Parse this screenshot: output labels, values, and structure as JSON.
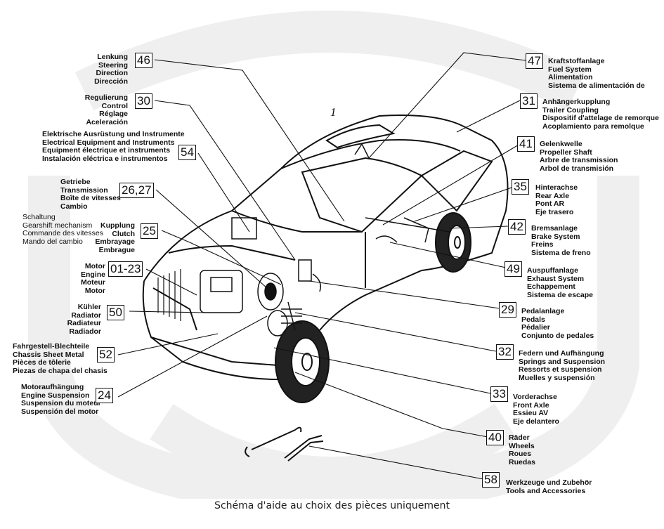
{
  "figure_number": "1",
  "caption": "Schéma d'aide au choix des pièces uniquement",
  "callouts": {
    "c46": {
      "number": "46",
      "lines": [
        "Lenkung",
        "Steering",
        "Direction",
        "Dirección"
      ]
    },
    "c30": {
      "number": "30",
      "lines": [
        "Regulierung",
        "Control",
        "Réglage",
        "Aceleración"
      ]
    },
    "c54": {
      "number": "54",
      "lines": [
        "Elektrische Ausrüstung und Instrumente",
        "Electrical Equipment and Instruments",
        "Equipment électrique et instruments",
        "Instalación eléctrica e instrumentos"
      ]
    },
    "c2627": {
      "number": "26,27",
      "lines": [
        "Getriebe",
        "Transmission",
        "Boîte de vitesses",
        "Cambio"
      ]
    },
    "c25": {
      "number": "25",
      "lines": [
        "Kupplung",
        "Clutch",
        "Embrayage",
        "Embrague"
      ]
    },
    "shift": {
      "lines": [
        "Schaltung",
        "Gearshift mechanism",
        "Commande des vitesses",
        "Mando del cambio"
      ]
    },
    "c0123": {
      "number": "01-23",
      "lines": [
        "Motor",
        "Engine",
        "Moteur",
        "Motor"
      ]
    },
    "c50": {
      "number": "50",
      "lines": [
        "Kühler",
        "Radiator",
        "Radiateur",
        "Radiador"
      ]
    },
    "c52": {
      "number": "52",
      "lines": [
        "Fahrgestell-Blechteile",
        "Chassis Sheet Metal",
        "Pièces de tôlerie",
        "Piezas de chapa del chasis"
      ]
    },
    "c24": {
      "number": "24",
      "lines": [
        "Motoraufhängung",
        "Engine Suspension",
        "Suspension du moteur",
        "Suspensión del motor"
      ]
    },
    "c47": {
      "number": "47",
      "lines": [
        "Kraftstoffanlage",
        "Fuel System",
        "Alimentation",
        "Sistema de alimentación de"
      ]
    },
    "c31": {
      "number": "31",
      "lines": [
        "Anhängerkupplung",
        "Trailer Coupling",
        "Dispositif d'attelage de remorque",
        "Acoplamiento para remolque"
      ]
    },
    "c41": {
      "number": "41",
      "lines": [
        "Gelenkwelle",
        "Propeller Shaft",
        "Arbre de transmission",
        "Arbol de transmisión"
      ]
    },
    "c35": {
      "number": "35",
      "lines": [
        "Hinterachse",
        "Rear Axle",
        "Pont AR",
        "Eje trasero"
      ]
    },
    "c42": {
      "number": "42",
      "lines": [
        "Bremsanlage",
        "Brake System",
        "Freins",
        "Sistema de freno"
      ]
    },
    "c49": {
      "number": "49",
      "lines": [
        "Auspuffanlage",
        "Exhaust System",
        "Echappement",
        "Sistema de escape"
      ]
    },
    "c29": {
      "number": "29",
      "lines": [
        "Pedalanlage",
        "Pedals",
        "Pédalier",
        "Conjunto de pedales"
      ]
    },
    "c32": {
      "number": "32",
      "lines": [
        "Federn und Aufhängung",
        "Springs and Suspension",
        "Ressorts et suspension",
        "Muelles y suspensión"
      ]
    },
    "c33": {
      "number": "33",
      "lines": [
        "Vorderachse",
        "Front Axle",
        "Essieu AV",
        "Eje delantero"
      ]
    },
    "c40": {
      "number": "40",
      "lines": [
        "Räder",
        "Wheels",
        "Roues",
        "Ruedas"
      ]
    },
    "c58": {
      "number": "58",
      "lines": [
        "Werkzeuge und Zubehör",
        "Tools and Accessories"
      ]
    }
  }
}
